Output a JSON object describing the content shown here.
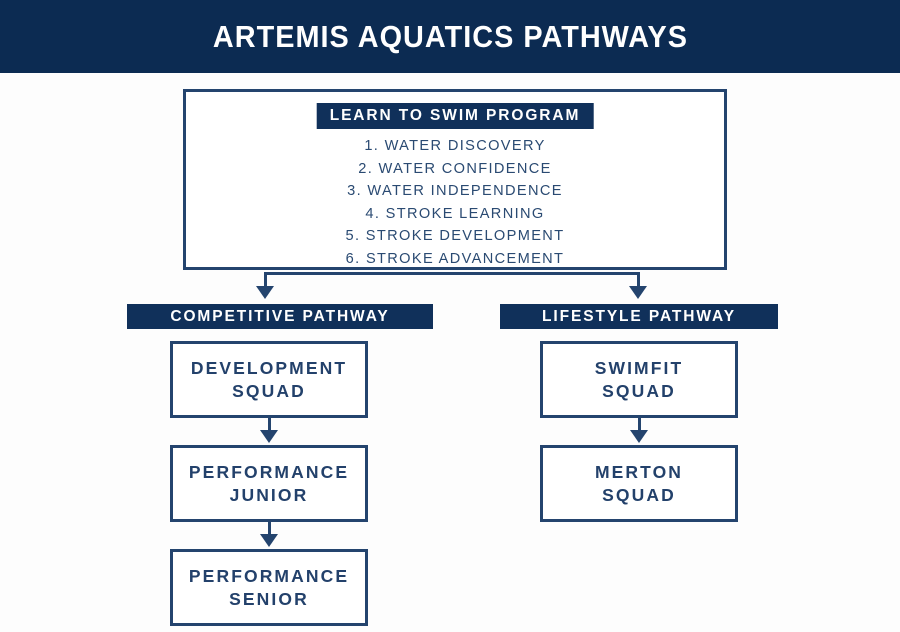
{
  "header": {
    "title": "ARTEMIS AQUATICS PATHWAYS"
  },
  "learn_to_swim": {
    "banner_label": "LEARN TO SWIM PROGRAM",
    "stages": [
      "1. WATER DISCOVERY",
      "2. WATER CONFIDENCE",
      "3. WATER INDEPENDENCE",
      "4. STROKE LEARNING",
      "5. STROKE DEVELOPMENT",
      "6. STROKE ADVANCEMENT"
    ]
  },
  "pathways": {
    "competitive": {
      "banner_label": "COMPETITIVE PATHWAY",
      "squads": [
        "DEVELOPMENT\nSQUAD",
        "PERFORMANCE\nJUNIOR",
        "PERFORMANCE\nSENIOR"
      ]
    },
    "lifestyle": {
      "banner_label": "LIFESTYLE PATHWAY",
      "squads": [
        "SWIMFIT\nSQUAD",
        "MERTON\nSQUAD"
      ]
    }
  },
  "colors": {
    "header_navy": "#0c2b52",
    "banner_navy": "#10305a",
    "border_blue": "#24446e",
    "body_text_blue": "#2a4a72",
    "squad_text_blue": "#23416b",
    "page_background": "#fdfdfd"
  }
}
